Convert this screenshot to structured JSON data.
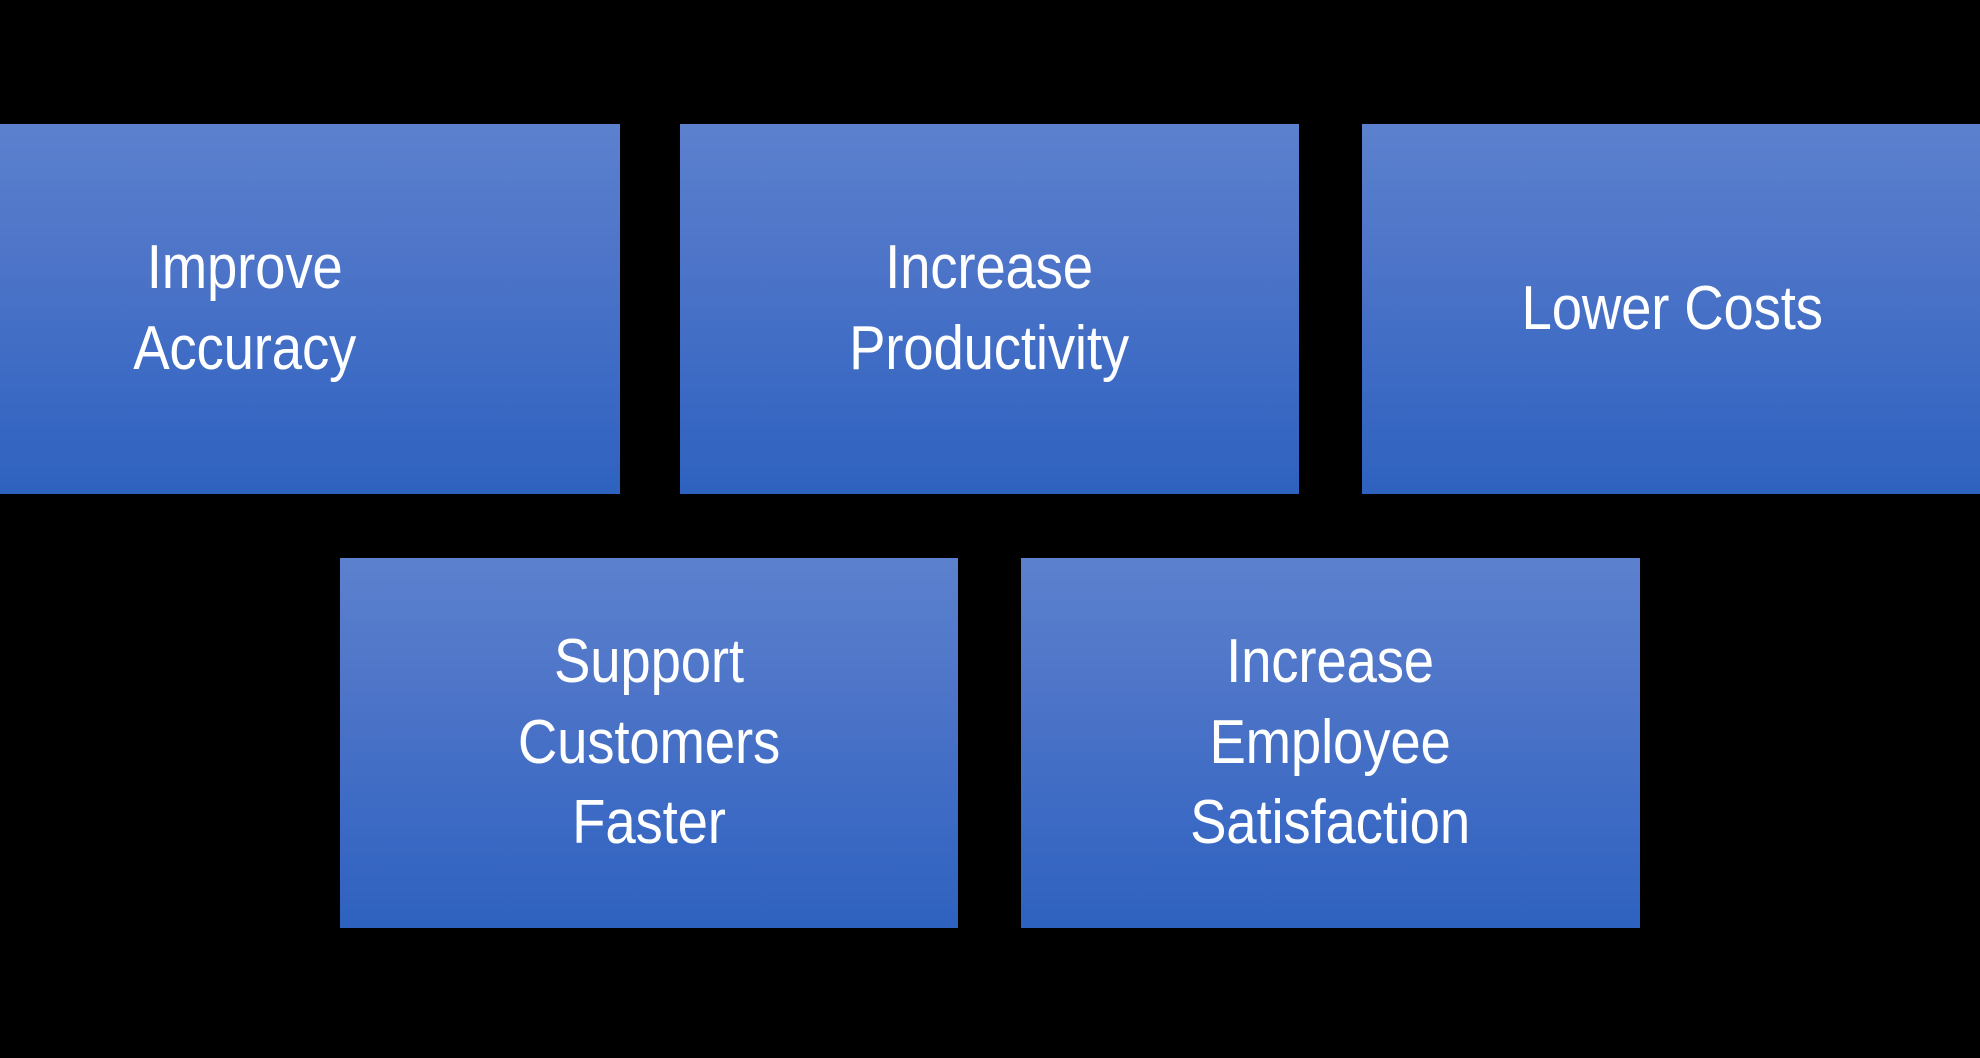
{
  "diagram": {
    "title": "Benefits Boxes",
    "background_color": "#000000",
    "box_gradient_top": "#5B81CE",
    "box_gradient_bottom": "#2E62BF",
    "text_color": "#FFFFFF",
    "rows": [
      {
        "row_label": "top-row",
        "boxes": [
          {
            "id": "improve-accuracy",
            "label": "Improve\nAccuracy",
            "lines": [
              "Improve",
              "Accuracy"
            ],
            "clipped": "left"
          },
          {
            "id": "increase-productivity",
            "label": "Increase\nProductivity",
            "lines": [
              "Increase",
              "Productivity"
            ],
            "clipped": "none"
          },
          {
            "id": "lower-costs",
            "label": "Lower Costs",
            "lines": [
              "Lower Costs"
            ],
            "clipped": "right"
          }
        ]
      },
      {
        "row_label": "bottom-row",
        "boxes": [
          {
            "id": "support-customers-faster",
            "label": "Support\nCustomers\nFaster",
            "lines": [
              "Support",
              "Customers",
              "Faster"
            ],
            "clipped": "none"
          },
          {
            "id": "increase-employee-satisfaction",
            "label": "Increase\nEmployee\nSatisfaction",
            "lines": [
              "Increase",
              "Employee",
              "Satisfaction"
            ],
            "clipped": "none"
          }
        ]
      }
    ]
  }
}
